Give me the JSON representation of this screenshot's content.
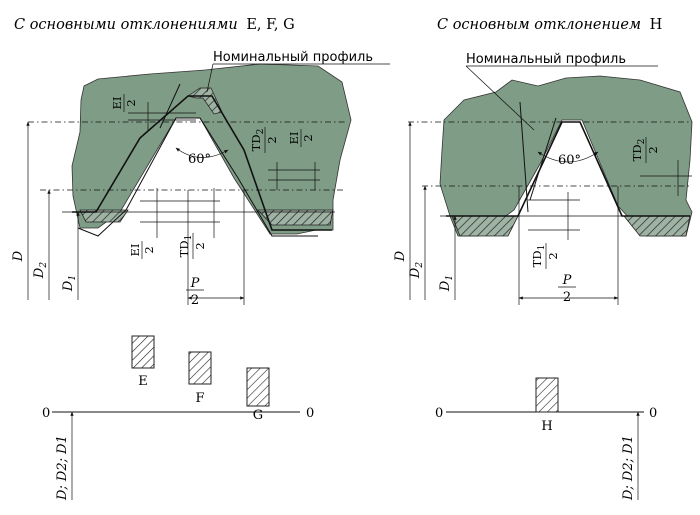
{
  "left": {
    "heading": "С основными отклонениями",
    "heading_letters": "E, F, G",
    "nominal_label": "Номинальный профиль",
    "angle": "60°",
    "fraction_EI_num": "EI",
    "fraction_EI_den": "2",
    "fraction_TD2_num": "TD",
    "fraction_TD2_sub": "2",
    "fraction_TD2_den": "2",
    "fraction_TD1_num": "TD",
    "fraction_TD1_sub": "1",
    "fraction_TD1_den": "2",
    "fraction_P_num": "P",
    "fraction_P_den": "2",
    "dim_D": "D",
    "dim_D2": "D",
    "dim_D2_sub": "2",
    "dim_D1": "D",
    "dim_D1_sub": "1",
    "zero_left": "0",
    "zero_right": "0",
    "field_E": "E",
    "field_F": "F",
    "field_G": "G",
    "axis_label": "D; D2; D1"
  },
  "right": {
    "heading": "С основным отклонением",
    "heading_letters": "H",
    "nominal_label": "Номинальный профиль",
    "angle": "60°",
    "fraction_TD2_num": "TD",
    "fraction_TD2_sub": "2",
    "fraction_TD2_den": "2",
    "fraction_TD1_num": "TD",
    "fraction_TD1_sub": "1",
    "fraction_TD1_den": "2",
    "fraction_P_num": "P",
    "fraction_P_den": "2",
    "dim_D": "D",
    "dim_D2": "D",
    "dim_D2_sub": "2",
    "dim_D1": "D",
    "dim_D1_sub": "1",
    "zero_left": "0",
    "zero_right": "0",
    "field_H": "H",
    "axis_label": "D; D2; D1"
  },
  "colors": {
    "nut_fill": "#7f9c86",
    "line": "#111111"
  }
}
